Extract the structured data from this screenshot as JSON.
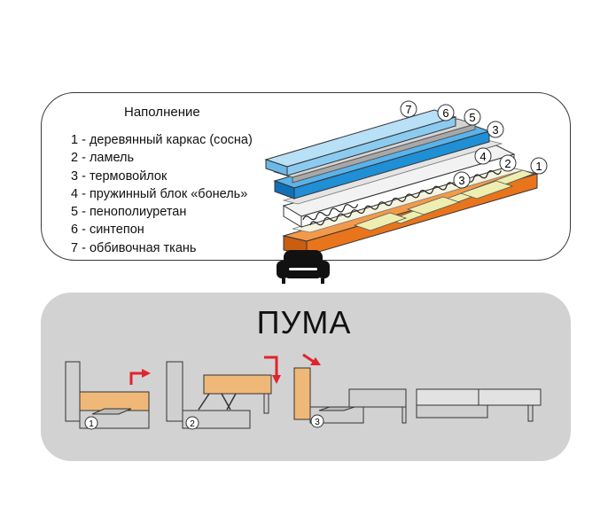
{
  "legend": {
    "title": "Наполнение",
    "items": [
      "1 - деревянный каркас (сосна)",
      "2 - ламель",
      "3 - термовойлок",
      "4 - пружинный блок «бонель»",
      "5 - пенополиуретан",
      "6 - синтепон",
      "7 - оббивочная ткань"
    ]
  },
  "callouts": [
    "1",
    "2",
    "3",
    "4",
    "5",
    "6",
    "7",
    "3"
  ],
  "model": {
    "name": "ПУМА"
  },
  "steps": [
    "1",
    "2",
    "3"
  ],
  "colors": {
    "frame_orange": "#e8741c",
    "slat_yellow": "#eeeeb0",
    "foam_blue": "#1f8fd6",
    "fabric_light_blue": "#8ccbf0",
    "wadding_gray": "#bdbdbd",
    "seat_tan": "#f0b878",
    "arrow_red": "#e0242c",
    "panel_gray": "#d2d2d2"
  }
}
